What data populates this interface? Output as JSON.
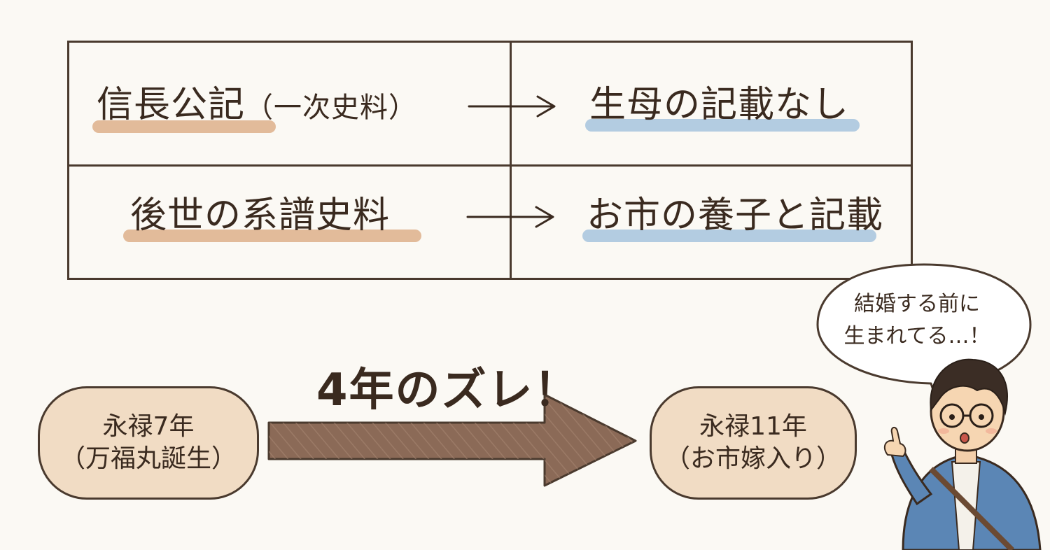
{
  "table": {
    "rows": [
      {
        "source": "信長公記",
        "source_note": "（一次史料）",
        "result": "生母の記載なし"
      },
      {
        "source": "後世の系譜史料",
        "source_note": "",
        "result": "お市の養子と記載"
      }
    ]
  },
  "timeline": {
    "left": {
      "line1": "永禄7年",
      "line2": "（万福丸誕生）"
    },
    "right": {
      "line1": "永禄11年",
      "line2": "（お市嫁入り）"
    },
    "gap_label": "4年のズレ！"
  },
  "speech": {
    "line1": "結婚する前に",
    "line2": "生まれてる…！"
  },
  "colors": {
    "ink": "#3a2a1f",
    "highlight_orange": "#d9a57c",
    "highlight_blue": "#9bbcdb",
    "pill_fill": "#f1dcc4",
    "arrow_fill": "#8b6a57",
    "background": "#fbf9f4"
  }
}
